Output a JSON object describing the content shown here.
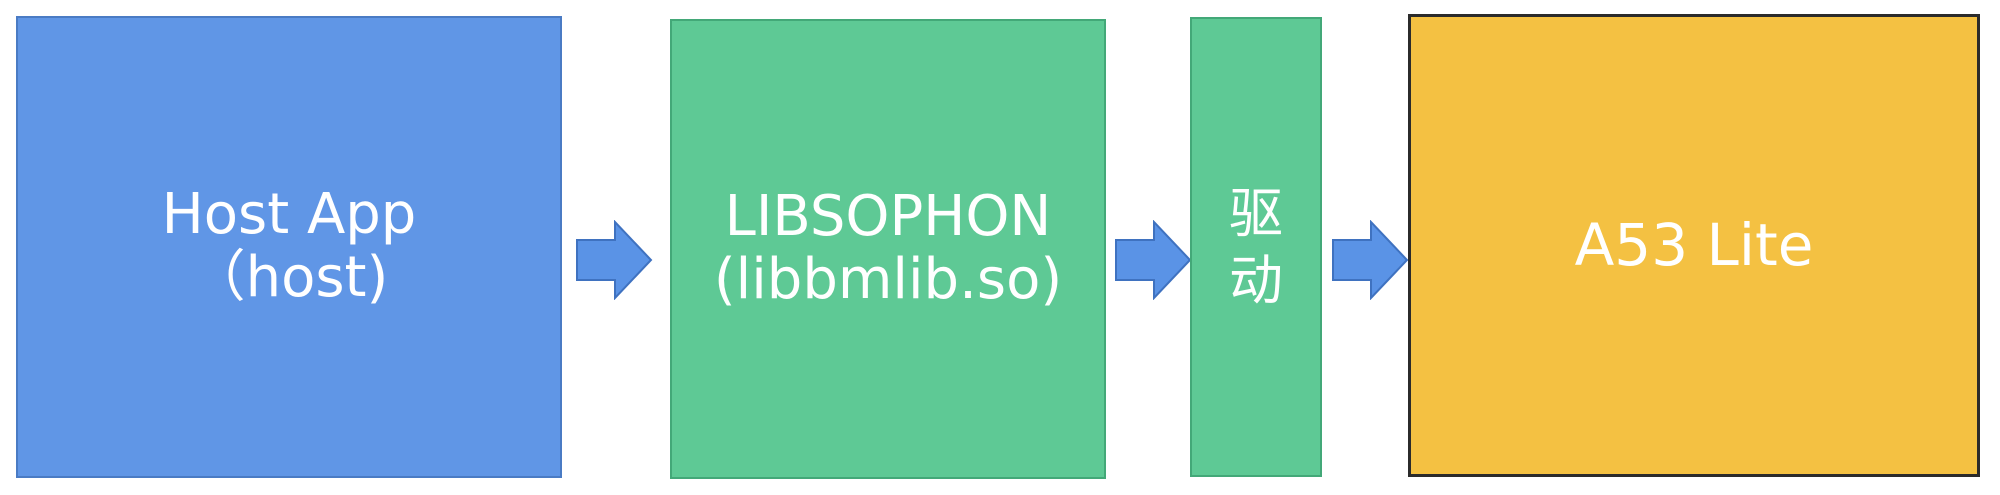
{
  "diagram": {
    "nodes": [
      {
        "id": "host",
        "label": "Host App\n（host)",
        "color": "#6096e6"
      },
      {
        "id": "libsophon",
        "label": "LIBSOPHON\n(libbmlib.so)",
        "color": "#5ec995"
      },
      {
        "id": "driver",
        "label": "驱\n动",
        "color": "#5ec995"
      },
      {
        "id": "a53",
        "label": "A53 Lite",
        "color": "#f4c142"
      }
    ],
    "edges": [
      {
        "from": "host",
        "to": "libsophon"
      },
      {
        "from": "libsophon",
        "to": "driver"
      },
      {
        "from": "driver",
        "to": "a53"
      }
    ],
    "arrow_color": "#5a93e6"
  }
}
